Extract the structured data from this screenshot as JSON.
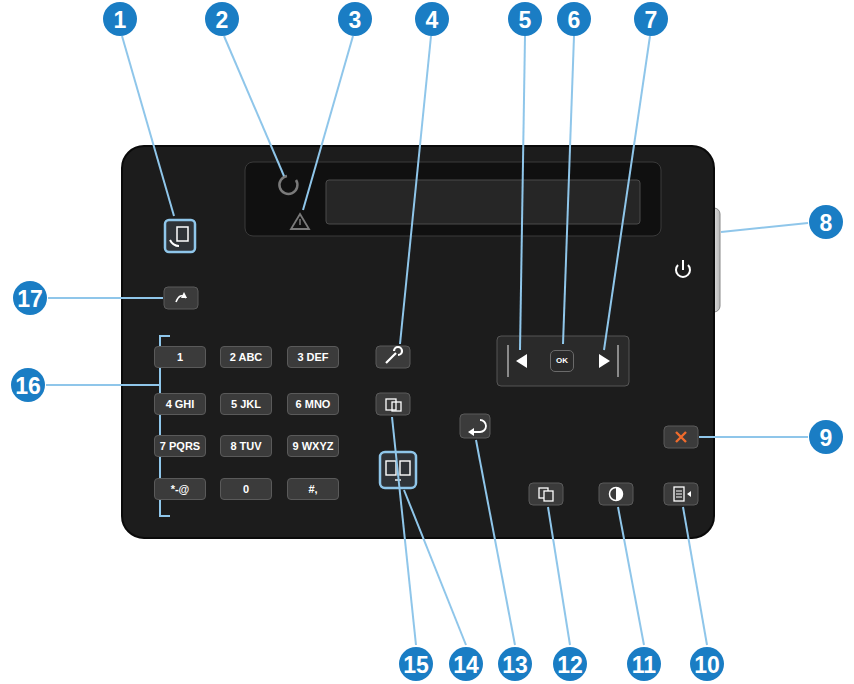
{
  "diagram": {
    "nodes": [
      {
        "text": [
          "1"
        ]
      },
      {
        "text": [
          "2 ABC"
        ]
      },
      {
        "text": [
          "3 DEF"
        ]
      },
      {
        "text": [
          "4 GHI"
        ]
      },
      {
        "text": [
          "5 JKL"
        ]
      },
      {
        "text": [
          "6 MNO"
        ]
      },
      {
        "text": [
          "7 PQRS"
        ]
      },
      {
        "text": [
          "8 TUV"
        ]
      },
      {
        "text": [
          "9 WXYZ"
        ]
      },
      {
        "text": [
          "*-@"
        ]
      },
      {
        "text": [
          "0"
        ]
      },
      {
        "text": [
          "#,"
        ]
      },
      {
        "text": [
          "OK"
        ]
      }
    ],
    "labels": [
      "1",
      "2",
      "3",
      "4",
      "5",
      "6",
      "7",
      "8",
      "9",
      "10",
      "11",
      "12",
      "13",
      "14",
      "15",
      "16",
      "17"
    ]
  }
}
